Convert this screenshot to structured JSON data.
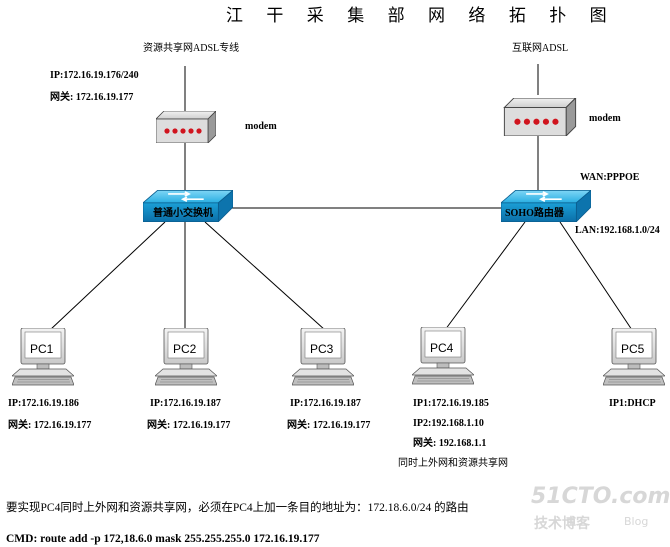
{
  "title": "江 干 采 集 部 网 络 拓 扑 图",
  "left_top": {
    "line_label": "资源共享网ADSL专线",
    "ip": "IP:172.16.19.176/240",
    "gateway": "网关: 172.16.19.177",
    "modem_label": "modem"
  },
  "right_top": {
    "line_label": "互联网ADSL",
    "modem_label": "modem",
    "wan": "WAN:PPPOE",
    "lan": "LAN:192.168.1.0/24"
  },
  "switches": {
    "left_label": "普通小交换机",
    "right_label": "SOHO路由器"
  },
  "pcs": [
    {
      "name": "PC1",
      "ip": "IP:172.16.19.186",
      "gateway": "网关: 172.16.19.177"
    },
    {
      "name": "PC2",
      "ip": "IP:172.16.19.187",
      "gateway": "网关: 172.16.19.177"
    },
    {
      "name": "PC3",
      "ip": "IP:172.16.19.187",
      "gateway": "网关: 172.16.19.177"
    },
    {
      "name": "PC4",
      "ip1": "IP1:172.16.19.185",
      "ip2": "IP2:192.168.1.10",
      "gateway": "网关: 192.168.1.1",
      "note": "同时上外网和资源共享网"
    },
    {
      "name": "PC5",
      "ip1": "IP1:DHCP"
    }
  ],
  "footer": {
    "requirement": "要实现PC4同时上外网和资源共享网，必须在PC4上加一条目的地址为：172.18.6.0/24 的路由",
    "cmd": "CMD: route add -p 172,18.6.0 mask 255.255.255.0 172.16.19.177"
  },
  "watermark": {
    "site": "51CTO.com",
    "blog_cn": "技术博客",
    "blog": "Blog"
  },
  "colors": {
    "switch_blue": "#1aa6dc",
    "modem_led": "#d0141e",
    "modem_body": "#e6e6e6",
    "line": "#000000"
  },
  "icons": [
    "modem-icon",
    "switch-icon",
    "router-icon",
    "pc-icon"
  ]
}
